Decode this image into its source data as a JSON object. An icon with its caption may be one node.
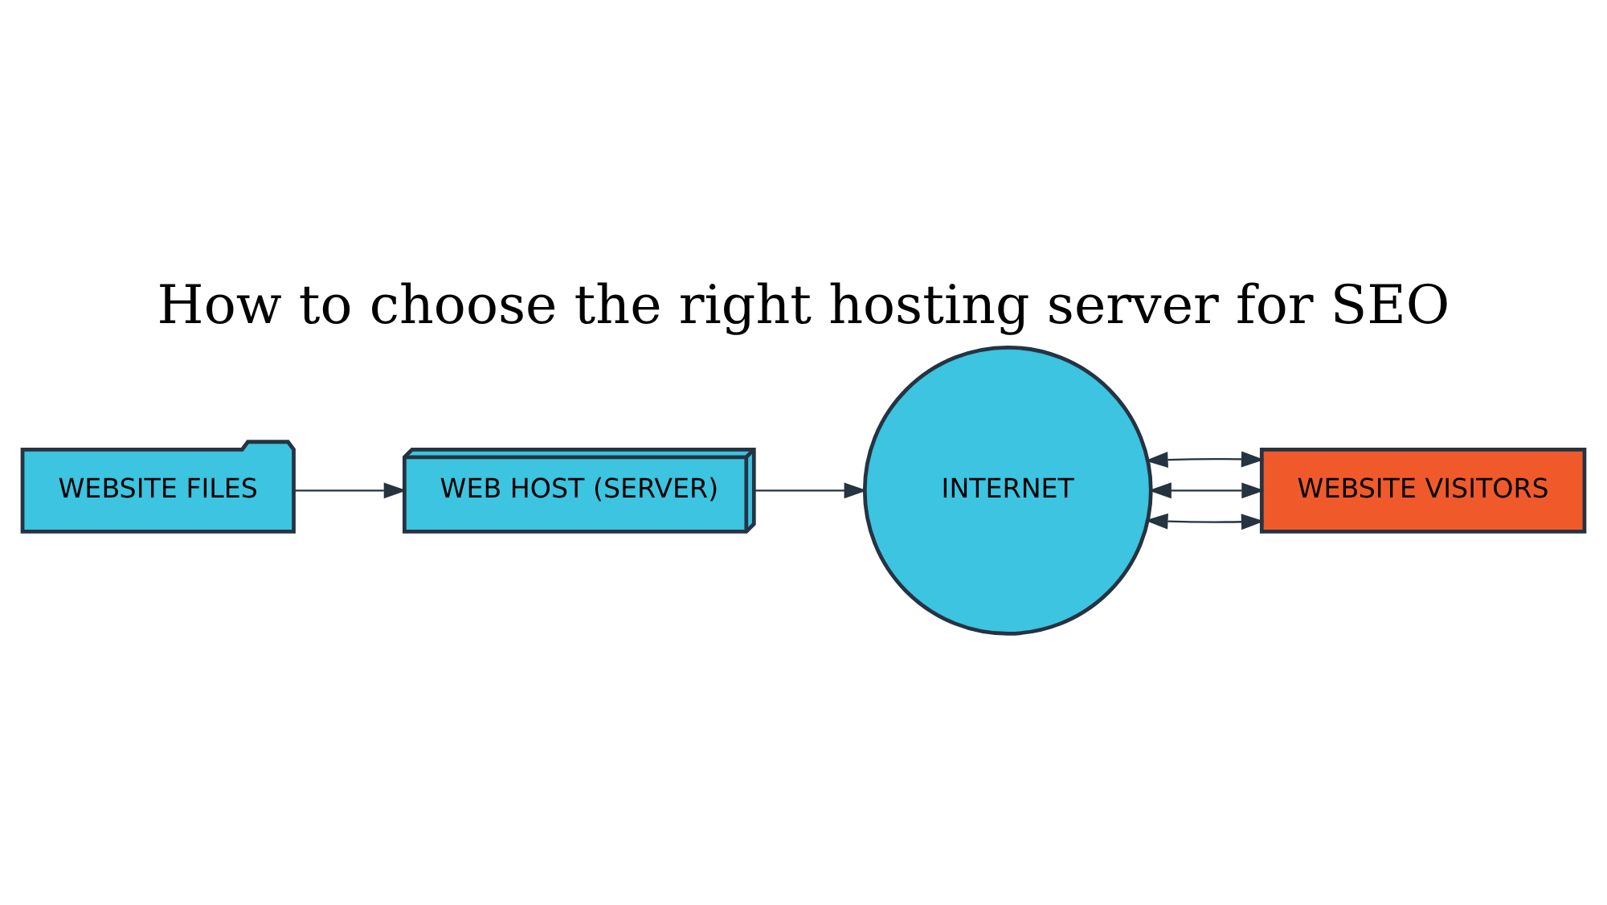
{
  "diagram": {
    "title": "How to choose the right hosting server for SEO",
    "nodes": [
      {
        "text": [
          "WEBSITE FILES"
        ]
      },
      {
        "text": [
          "WEB HOST (SERVER)"
        ]
      },
      {
        "text": [
          "INTERNET"
        ]
      },
      {
        "text": [
          "WEBSITE VISITORS"
        ]
      }
    ],
    "edges": [
      {
        "from": 0,
        "to": 1,
        "arrow": "to"
      },
      {
        "from": 1,
        "to": 2,
        "arrow": "to"
      },
      {
        "from": 2,
        "to": 3,
        "arrow": "both"
      },
      {
        "from": 2,
        "to": 3,
        "arrow": "both"
      },
      {
        "from": 2,
        "to": 3,
        "arrow": "both"
      }
    ]
  }
}
